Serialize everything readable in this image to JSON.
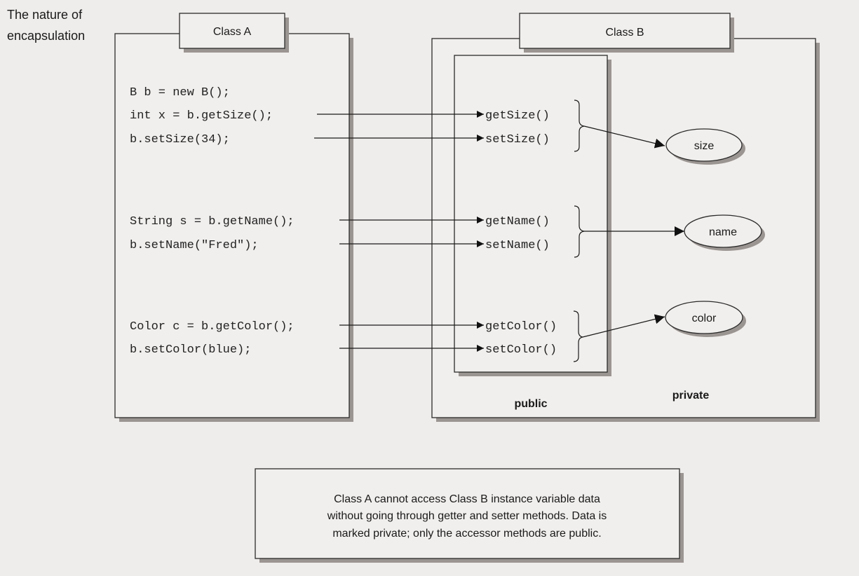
{
  "figure_title": [
    "The nature of",
    "encapsulation"
  ],
  "class_a": {
    "label": "Class A",
    "code": [
      "B b = new B();",
      "int x = b.getSize();",
      "b.setSize(34);",
      "String s = b.getName();",
      "b.setName(\"Fred\");",
      "Color c = b.getColor();",
      "b.setColor(blue);"
    ]
  },
  "class_b": {
    "label": "Class B",
    "public_label": "public",
    "private_label": "private",
    "methods": [
      "getSize()",
      "setSize()",
      "getName()",
      "setName()",
      "getColor()",
      "setColor()"
    ],
    "fields": [
      "size",
      "name",
      "color"
    ]
  },
  "caption": [
    "Class A cannot access Class B instance variable data",
    "without going through getter and setter methods. Data is",
    "marked private; only the accessor methods are public."
  ],
  "colors": {
    "background": "#efedeb",
    "line": "#1a1a1a",
    "shadow": "#9b9592"
  }
}
